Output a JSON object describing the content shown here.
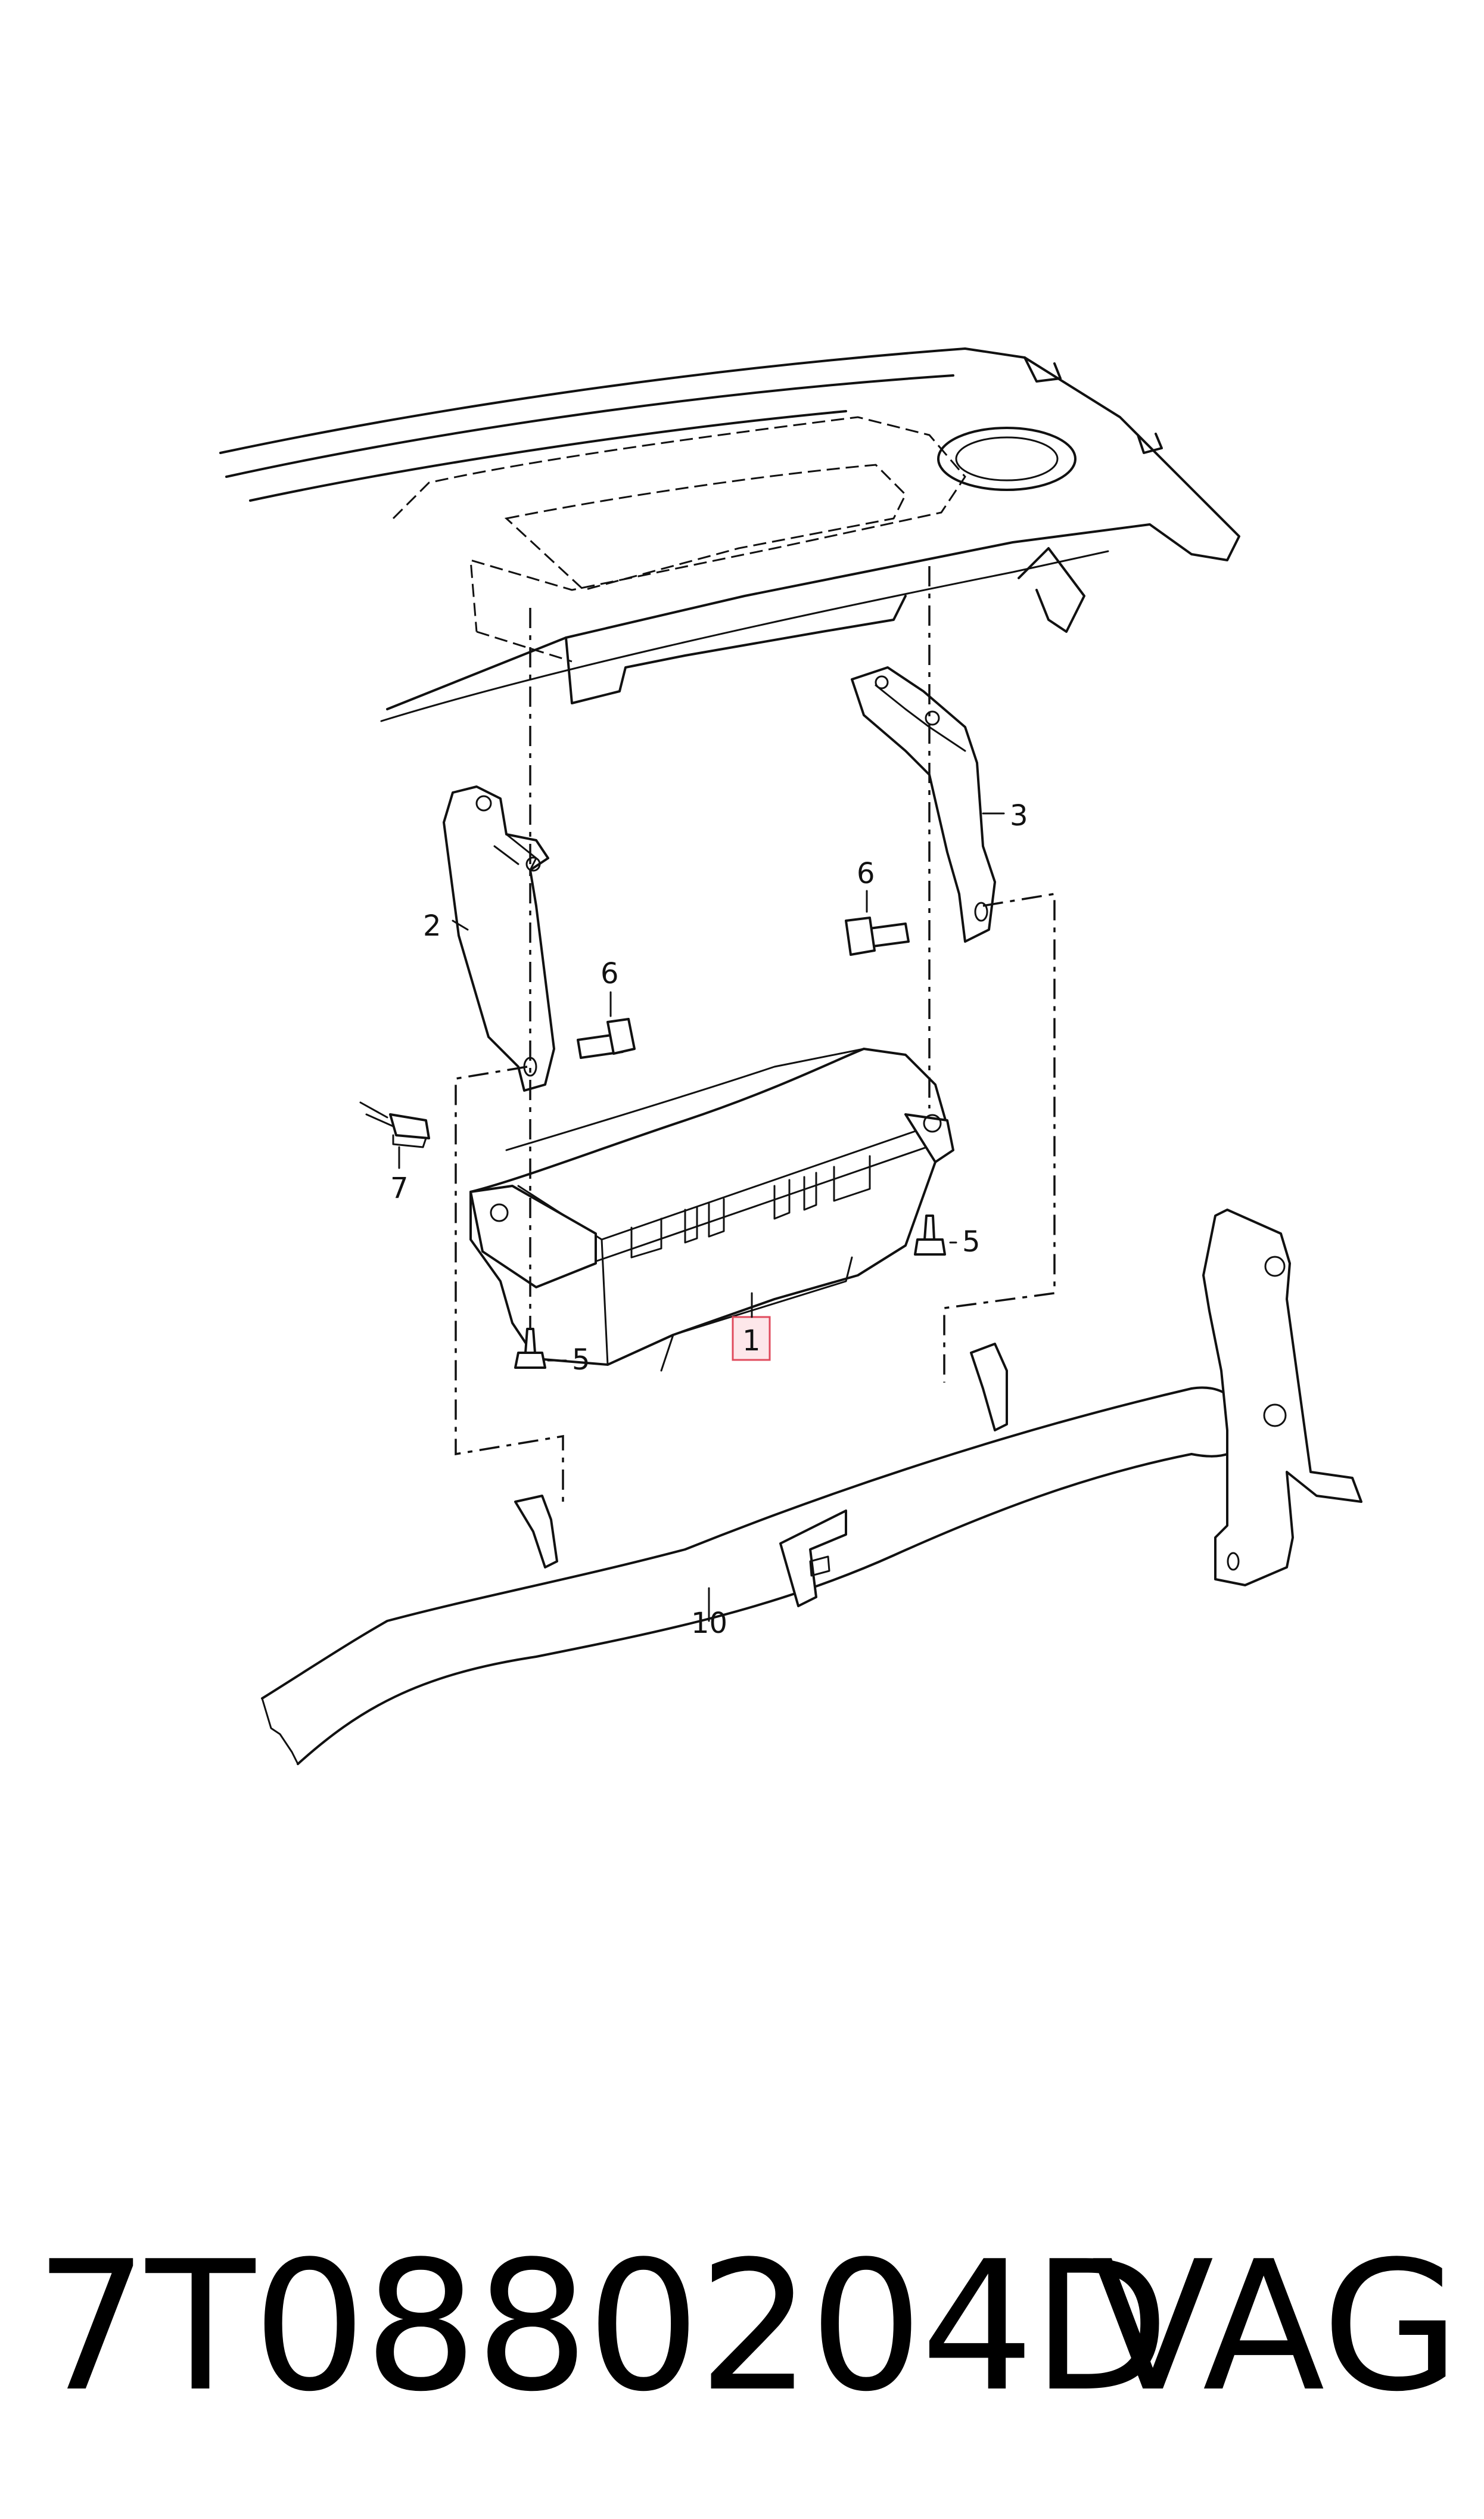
{
  "callouts": {
    "c1": "1",
    "c2": "2",
    "c3": "3",
    "c5a": "5",
    "c5b": "5",
    "c6a": "6",
    "c6b": "6",
    "c7": "7",
    "c10": "10"
  },
  "highlight_color": "#e04b5d",
  "footer": {
    "part_number": "7T0880204D",
    "brand": "VAG"
  }
}
